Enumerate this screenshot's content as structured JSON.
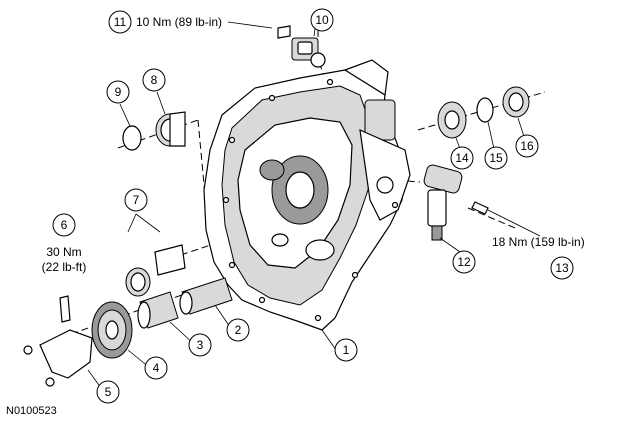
{
  "figure_id": "N0100523",
  "callouts": [
    {
      "num": "1"
    },
    {
      "num": "2"
    },
    {
      "num": "3"
    },
    {
      "num": "4"
    },
    {
      "num": "5"
    },
    {
      "num": "6"
    },
    {
      "num": "7"
    },
    {
      "num": "8"
    },
    {
      "num": "9"
    },
    {
      "num": "10"
    },
    {
      "num": "11"
    },
    {
      "num": "12"
    },
    {
      "num": "13"
    },
    {
      "num": "14"
    },
    {
      "num": "15"
    },
    {
      "num": "16"
    }
  ],
  "torque_labels": {
    "item11": "10 Nm (89 lb-in)",
    "item6_line1": "30 Nm",
    "item6_line2": "(22 lb-ft)",
    "item13": "18 Nm (159 lb-in)"
  }
}
